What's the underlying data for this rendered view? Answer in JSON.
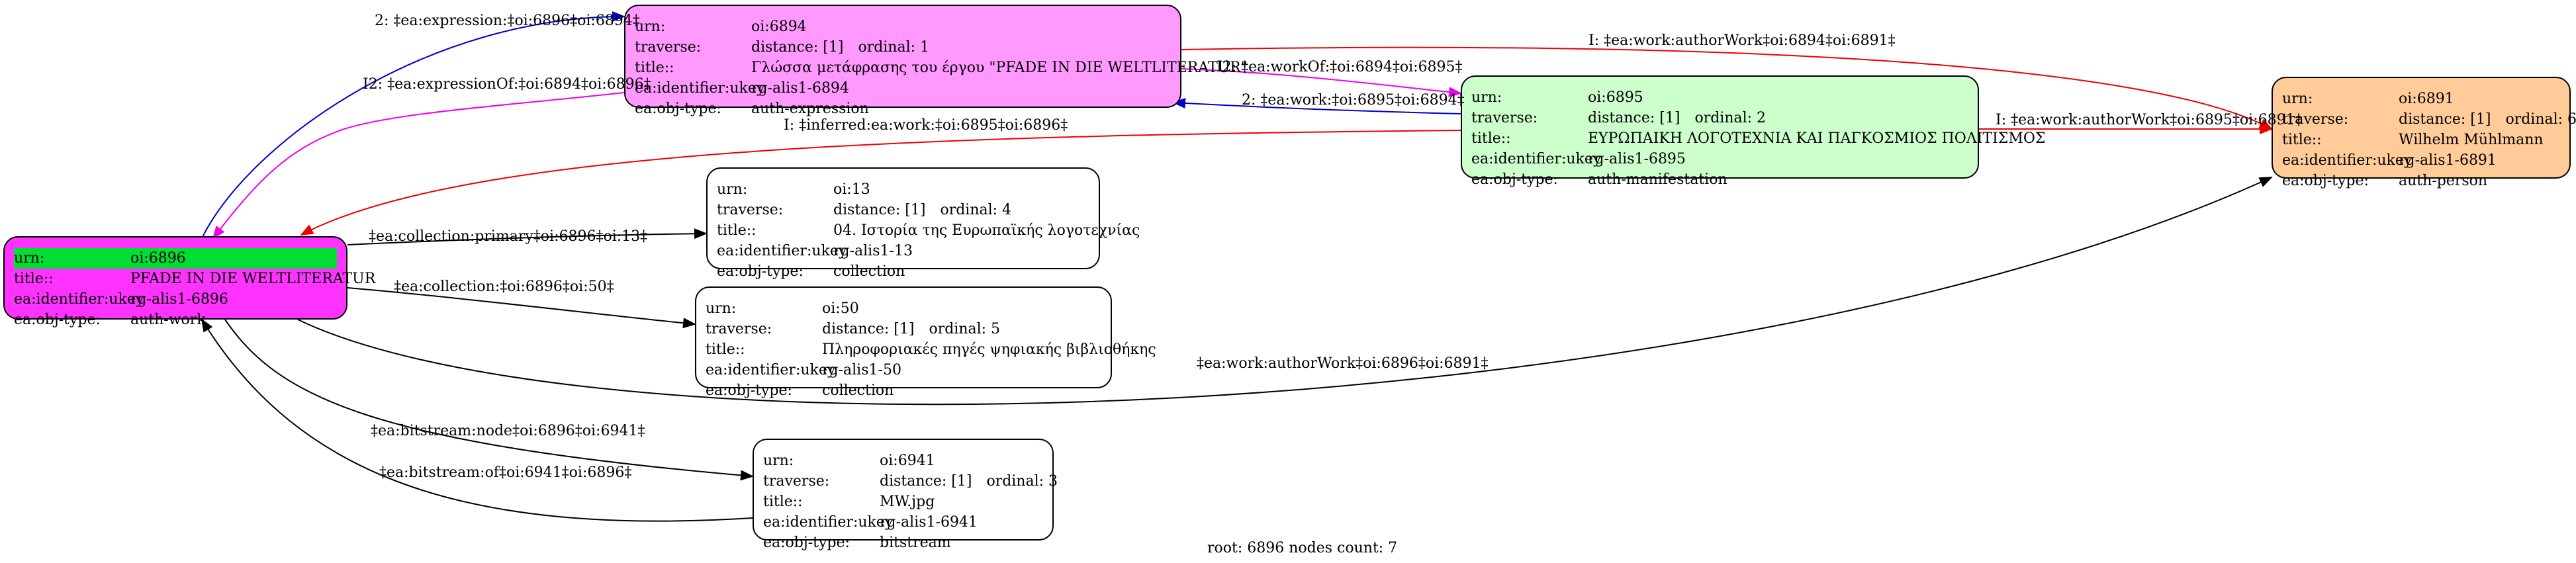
{
  "nodes": {
    "root": {
      "urn_label": "urn:",
      "urn": "oi:6896",
      "title_label": "title::",
      "title": "PFADE IN DIE WELTLITERATUR",
      "ukey_label": "ea:identifier:ukey",
      "ukey": "rg-alis1-6896",
      "type_label": "ea:obj-type:",
      "type": "auth-work",
      "fill": "#ff33ff"
    },
    "n6894": {
      "urn_label": "urn:",
      "urn": "oi:6894",
      "traverse_label": "traverse:",
      "distance": "distance: [1]",
      "ordinal": "ordinal: 1",
      "title_label": "title::",
      "title": "Γλώσσα μετάφρασης του έργου \"PFADE IN DIE WELTLITERATUR\"",
      "ukey_label": "ea:identifier:ukey",
      "ukey": "rg-alis1-6894",
      "type_label": "ea:obj-type:",
      "type": "auth-expression",
      "fill": "#ff99ff"
    },
    "n6895": {
      "urn_label": "urn:",
      "urn": "oi:6895",
      "traverse_label": "traverse:",
      "distance": "distance: [1]",
      "ordinal": "ordinal: 2",
      "title_label": "title::",
      "title": "ΕΥΡΩΠΑΙΚΗ ΛΟΓΟΤΕΧΝΙΑ ΚΑΙ ΠΑΓΚΟΣΜΙΟΣ ΠΟΛΙΤΙΣΜΟΣ",
      "ukey_label": "ea:identifier:ukey",
      "ukey": "rg-alis1-6895",
      "type_label": "ea:obj-type:",
      "type": "auth-manifestation",
      "fill": "#ccffcc"
    },
    "n6891": {
      "urn_label": "urn:",
      "urn": "oi:6891",
      "traverse_label": "traverse:",
      "distance": "distance: [1]",
      "ordinal": "ordinal: 6",
      "title_label": "title::",
      "title": "Wilhelm Mühlmann",
      "ukey_label": "ea:identifier:ukey",
      "ukey": "rg-alis1-6891",
      "type_label": "ea:obj-type:",
      "type": "auth-person",
      "fill": "#ffcc99"
    },
    "n13": {
      "urn_label": "urn:",
      "urn": "oi:13",
      "traverse_label": "traverse:",
      "distance": "distance: [1]",
      "ordinal": "ordinal: 4",
      "title_label": "title::",
      "title": "04. Ιστορία της Ευρωπαϊκής λογοτεχνίας",
      "ukey_label": "ea:identifier:ukey",
      "ukey": "rg-alis1-13",
      "type_label": "ea:obj-type:",
      "type": "collection",
      "fill": "#ffffff"
    },
    "n50": {
      "urn_label": "urn:",
      "urn": "oi:50",
      "traverse_label": "traverse:",
      "distance": "distance: [1]",
      "ordinal": "ordinal: 5",
      "title_label": "title::",
      "title": "Πληροφοριακές πηγές ψηφιακής βιβλιοθήκης",
      "ukey_label": "ea:identifier:ukey",
      "ukey": "rg-alis1-50",
      "type_label": "ea:obj-type:",
      "type": "collection",
      "fill": "#ffffff"
    },
    "n6941": {
      "urn_label": "urn:",
      "urn": "oi:6941",
      "traverse_label": "traverse:",
      "distance": "distance: [1]",
      "ordinal": "ordinal: 3",
      "title_label": "title::",
      "title": "MW.jpg",
      "ukey_label": "ea:identifier:ukey",
      "ukey": "rg-alis1-6941",
      "type_label": "ea:obj-type:",
      "type": "bitstream",
      "fill": "#ffffff"
    }
  },
  "edges": [
    {
      "id": "e1",
      "label": "2: ‡ea:expression:‡oi:6896‡oi:6894‡",
      "color": "#0000cc"
    },
    {
      "id": "e2",
      "label": "I2: ‡ea:expressionOf:‡oi:6894‡oi:6896‡",
      "color": "#ee00ee"
    },
    {
      "id": "e3",
      "label": "I: ‡ea:work:authorWork‡oi:6894‡oi:6891‡",
      "color": "#ee0000"
    },
    {
      "id": "e4",
      "label": "I2: ‡ea:workOf:‡oi:6894‡oi:6895‡",
      "color": "#ee00ee"
    },
    {
      "id": "e5",
      "label": "2: ‡ea:work:‡oi:6895‡oi:6894‡",
      "color": "#0000cc"
    },
    {
      "id": "e6",
      "label": "I: ‡inferred:ea:work:‡oi:6895‡oi:6896‡",
      "color": "#ee0000"
    },
    {
      "id": "e7",
      "label": "I: ‡ea:work:authorWork‡oi:6895‡oi:6891‡",
      "color": "#ee0000"
    },
    {
      "id": "e8",
      "label": "‡ea:collection:primary‡oi:6896‡oi:13‡",
      "color": "#000000"
    },
    {
      "id": "e9",
      "label": "‡ea:collection:‡oi:6896‡oi:50‡",
      "color": "#000000"
    },
    {
      "id": "e10",
      "label": "‡ea:work:authorWork‡oi:6896‡oi:6891‡",
      "color": "#000000"
    },
    {
      "id": "e11",
      "label": "‡ea:bitstream:node‡oi:6896‡oi:6941‡",
      "color": "#000000"
    },
    {
      "id": "e12",
      "label": "‡ea:bitstream:of‡oi:6941‡oi:6896‡",
      "color": "#000000"
    }
  ],
  "footer": "root: 6896 nodes count: 7"
}
